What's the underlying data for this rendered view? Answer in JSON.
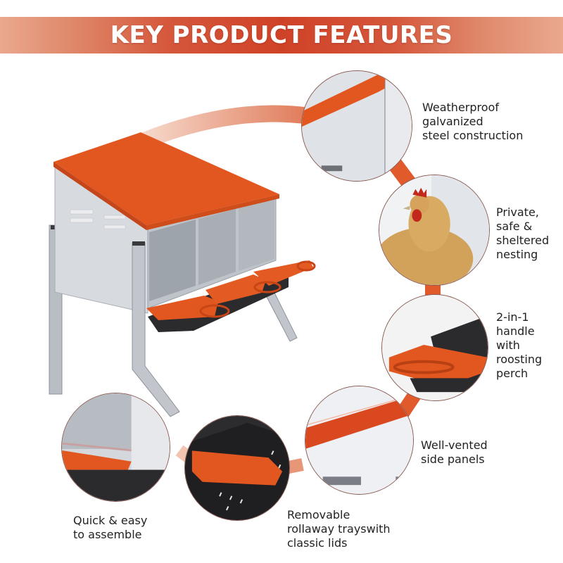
{
  "banner": {
    "title": "KEY PRODUCT FEATURES"
  },
  "colors": {
    "accent": "#d9481f",
    "banner_center": "#cf4227",
    "banner_edge": "#eaa88e",
    "roof_orange": "#e2571f",
    "tray_black": "#2b2b2e",
    "steel": "#d7dadf",
    "text": "#222222"
  },
  "product": {
    "name": "Rollaway chicken nesting box",
    "compartments": 3
  },
  "features": [
    {
      "id": "weatherproof",
      "label": "Weatherproof\ngalvanized\nsteel construction",
      "image": "steel-roof-closeup"
    },
    {
      "id": "private",
      "label": "Private,\nsafe &\nsheltered\nnesting",
      "image": "hen-in-nest"
    },
    {
      "id": "handle",
      "label": "2-in-1\nhandle\nwith\nroosting\nperch",
      "image": "orange-handle-perch"
    },
    {
      "id": "vented",
      "label": "Well-vented\nside panels",
      "image": "side-panel-vents"
    },
    {
      "id": "trays",
      "label": "Removable\nrollaway trayswith\nclassic lids",
      "image": "perforated-tray-lid"
    },
    {
      "id": "assembly",
      "label": "Quick & easy\nto assemble",
      "image": "tray-frame-closeup"
    }
  ]
}
